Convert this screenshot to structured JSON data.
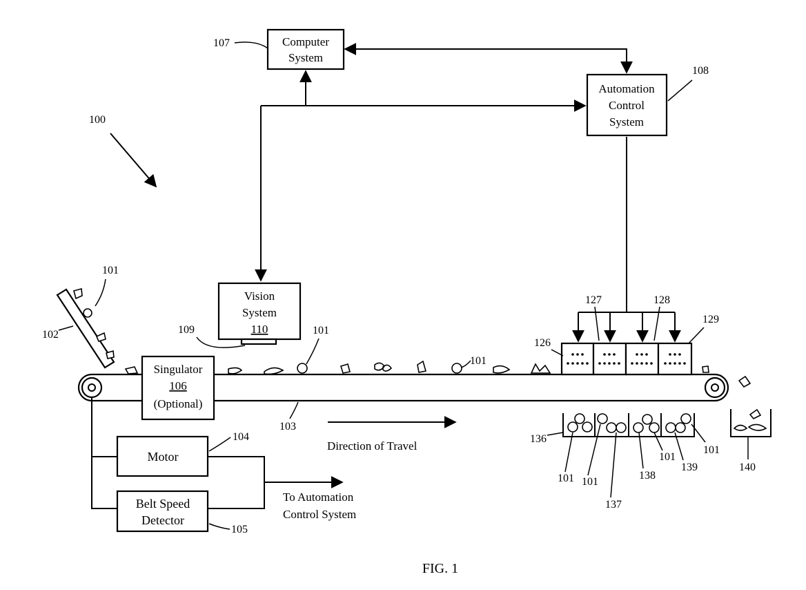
{
  "figure": {
    "caption": "FIG. 1"
  },
  "components": {
    "computer_system": {
      "line1": "Computer",
      "line2": "System",
      "ref": "107"
    },
    "automation_control": {
      "line1": "Automation",
      "line2": "Control",
      "line3": "System",
      "ref": "108"
    },
    "vision_system": {
      "line1": "Vision",
      "line2": "System",
      "ref_inline": "110",
      "sensor_ref": "109"
    },
    "singulator": {
      "line1": "Singulator",
      "ref_inline": "106",
      "line3": "(Optional)"
    },
    "motor": {
      "label": "Motor",
      "ref": "104"
    },
    "belt_speed_detector": {
      "line1": "Belt Speed",
      "line2": "Detector",
      "ref": "105"
    }
  },
  "labels": {
    "system_ref": "100",
    "material_ref": "101",
    "feeder_ref": "102",
    "conveyor_ref": "103",
    "direction_of_travel": "Direction of Travel",
    "to_automation_line1": "To Automation",
    "to_automation_line2": "Control System",
    "actuator_refs": [
      "126",
      "127",
      "128",
      "129"
    ],
    "bin_refs": [
      "136",
      "137",
      "138",
      "139",
      "140"
    ]
  }
}
